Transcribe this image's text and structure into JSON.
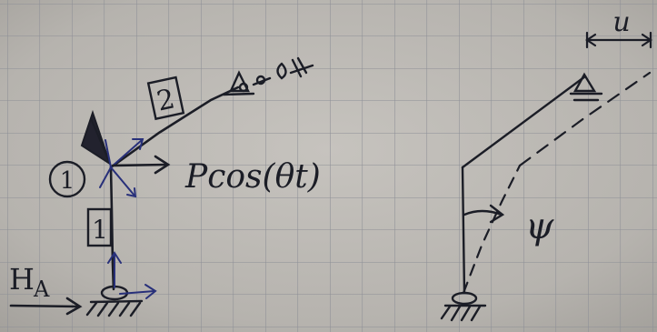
{
  "left_sketch": {
    "labels": {
      "member_2": "2",
      "member_1": "1",
      "node_1": "1",
      "load": "Pcos(θt)",
      "reaction_base": "H",
      "reaction_sub": "A"
    }
  },
  "right_sketch": {
    "labels": {
      "displacement": "u",
      "rotation": "ψ"
    }
  },
  "colors": {
    "paper": "#b9b6b1",
    "grid": "#8d8f96",
    "ink_black": "#1b1d26",
    "ink_blue": "#28307a"
  }
}
